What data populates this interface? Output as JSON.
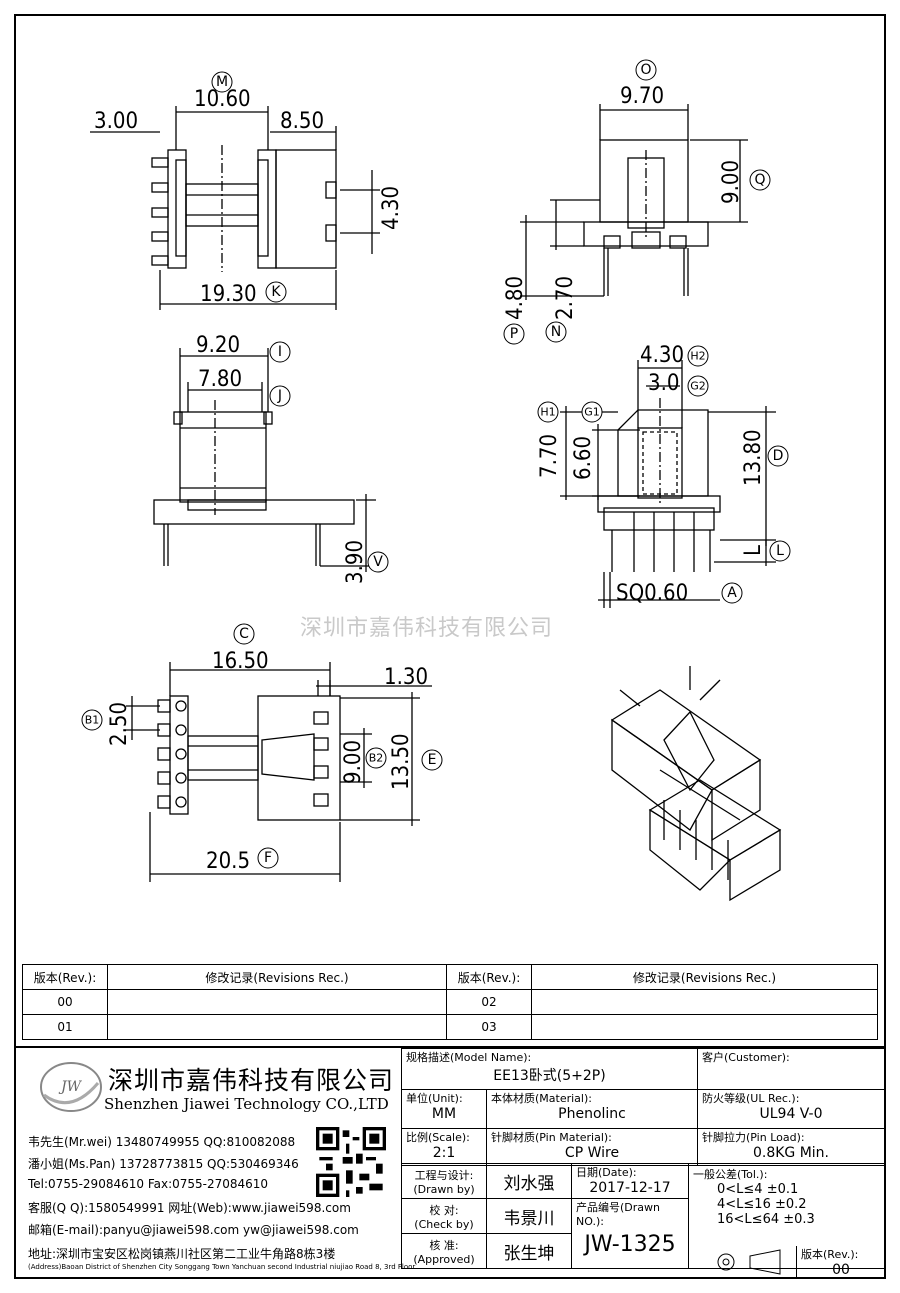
{
  "dims": {
    "m_val": "10.60",
    "m_tag": "M",
    "left_300": "3.00",
    "right_850": "8.50",
    "h430": "4.30",
    "k_val": "19.30",
    "k_tag": "K",
    "o_val": "9.70",
    "o_tag": "O",
    "q_val": "9.00",
    "q_tag": "Q",
    "p_val": "4.80",
    "p_tag": "P",
    "n_val": "2.70",
    "n_tag": "N",
    "i_val": "9.20",
    "i_tag": "I",
    "j_val": "7.80",
    "j_tag": "J",
    "v_val": "3.90",
    "v_tag": "V",
    "h2_val": "4.30",
    "h2_tag": "H2",
    "g2_val": "3.0",
    "g2_tag": "G2",
    "h1_val": "7.70",
    "h1_tag": "H1",
    "g1_val": "6.60",
    "g1_tag": "G1",
    "d_val": "13.80",
    "d_tag": "D",
    "l_val": "L",
    "l_tag": "L",
    "a_val": "SQ0.60",
    "a_tag": "A",
    "c_val": "16.50",
    "c_tag": "C",
    "v130": "1.30",
    "b1_val": "2.50",
    "b1_tag": "B1",
    "b2_val": "9.00",
    "b2_tag": "B2",
    "e_val": "13.50",
    "e_tag": "E",
    "f_val": "20.5",
    "f_tag": "F"
  },
  "watermark": "深圳市嘉伟科技有限公司",
  "revisions": {
    "h_rev": "版本(Rev.):",
    "h_rec": "修改记录(Revisions Rec.)",
    "r1a": "00",
    "r1b": "02",
    "r2a": "01",
    "r2b": "03"
  },
  "company": {
    "logo_text": "JW",
    "cn": "深圳市嘉伟科技有限公司",
    "en": "Shenzhen Jiawei Technology CO.,LTD",
    "c1": "韦先生(Mr.wei) 13480749955 QQ:810082088",
    "c2": "潘小姐(Ms.Pan) 13728773815 QQ:530469346",
    "c3": "Tel:0755-29084610    Fax:0755-27084610",
    "c4": "客服(Q Q):1580549991    网址(Web):www.jiawei598.com",
    "c5": "邮箱(E-mail):panyu@jiawei598.com  yw@jiawei598.com",
    "c6": "地址:深圳市宝安区松岗镇燕川社区第二工业牛角路8栋3楼",
    "c7": "(Address)Baoan District of Shenzhen City Songgang Town Yanchuan  second Industrial niujiao Road 8, 3rd Floor"
  },
  "spec": {
    "model_lbl": "规格描述(Model Name):",
    "model": "EE13卧式(5+2P)",
    "cust_lbl": "客户(Customer):",
    "cust": "",
    "unit_lbl": "单位(Unit):",
    "unit": "MM",
    "mat_lbl": "本体材质(Material):",
    "mat": "Phenolinc",
    "ul_lbl": "防火等级(UL Rec.):",
    "ul": "UL94 V-0",
    "scale_lbl": "比例(Scale):",
    "scale": "2:1",
    "pin_lbl": "针脚材质(Pin Material):",
    "pin": "CP Wire",
    "load_lbl": "针脚拉力(Pin Load):",
    "load": "0.8KG Min.",
    "drawn_lbl": "工程与设计:",
    "drawn_en": "(Drawn by)",
    "drawn": "刘水强",
    "date_lbl": "日期(Date):",
    "date": "2017-12-17",
    "check_lbl": "校  对:",
    "check_en": "(Check by)",
    "check": "韦景川",
    "no_lbl": "产品编号(Drawn NO.):",
    "no": "JW-1325",
    "appr_lbl": "核  准:",
    "appr_en": "(Approved)",
    "appr": "张生坤",
    "tol_lbl": "一般公差(Tol.):",
    "t1": "0<L≤4    ±0.1",
    "t2": "4<L≤16   ±0.2",
    "t3": "16<L≤64  ±0.3",
    "rev_lbl": "版本(Rev.):",
    "rev": "00"
  }
}
